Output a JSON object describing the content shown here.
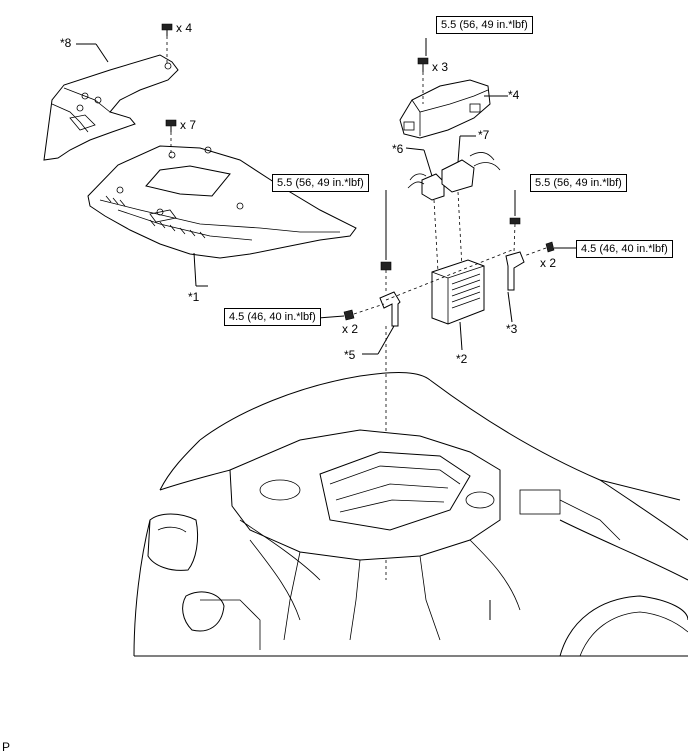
{
  "callouts": {
    "p1": "*1",
    "p2": "*2",
    "p3": "*3",
    "p4": "*4",
    "p5": "*5",
    "p6": "*6",
    "p7": "*7",
    "p8": "*8"
  },
  "quantities": {
    "q_x4": "x 4",
    "q_x7": "x 7",
    "q_x3": "x 3",
    "q_x2_left": "x 2",
    "q_x2_right": "x 2"
  },
  "torque": {
    "t_top": "5.5 (56, 49 in.*lbf)",
    "t_mid_left": "5.5 (56, 49 in.*lbf)",
    "t_right": "5.5 (56, 49 in.*lbf)",
    "t_right_bolt": "4.5 (46, 40 in.*lbf)",
    "t_left_bolt": "4.5 (46, 40 in.*lbf)"
  },
  "footer": {
    "code": "P"
  }
}
